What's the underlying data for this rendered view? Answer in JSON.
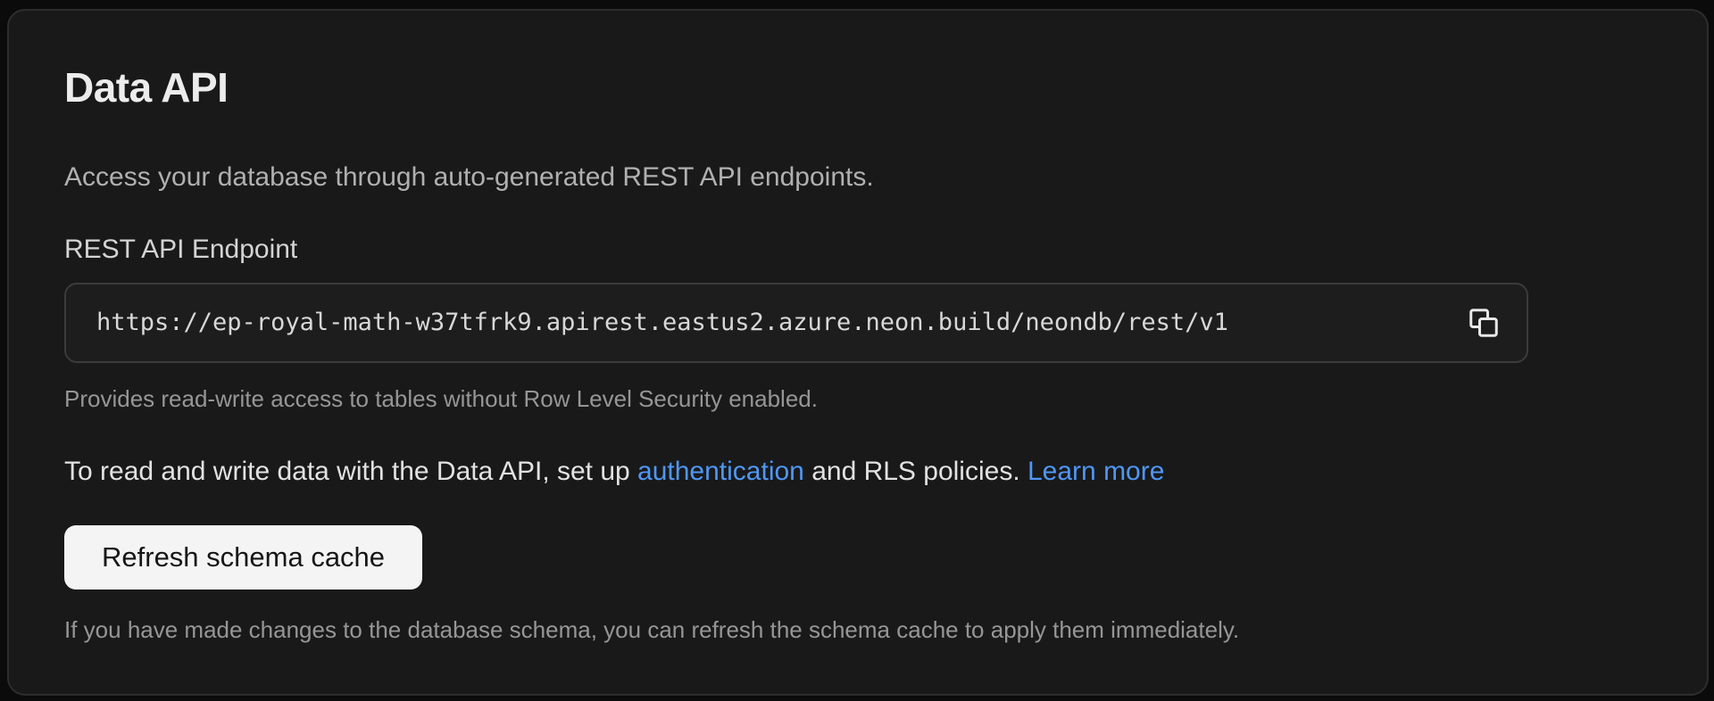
{
  "card": {
    "title": "Data API",
    "description": "Access your database through auto-generated REST API endpoints.",
    "endpoint": {
      "label": "REST API Endpoint",
      "url": "https://ep-royal-math-w37tfrk9.apirest.eastus2.azure.neon.build/neondb/rest/v1",
      "helper": "Provides read-write access to tables without Row Level Security enabled."
    },
    "rls_note": {
      "text_before": "To read and write data with the Data API, set up ",
      "auth_link": "authentication",
      "text_middle": " and RLS policies. ",
      "learn_more_link": "Learn more"
    },
    "refresh": {
      "button_label": "Refresh schema cache",
      "helper": "If you have made changes to the database schema, you can refresh the schema cache to apply them immediately."
    },
    "colors": {
      "link": "#4f97f6",
      "card_background": "#191919",
      "card_border": "#2d2d2d",
      "input_border": "#3b3b3b",
      "button_background": "#f4f4f4",
      "button_text": "#161616"
    }
  }
}
